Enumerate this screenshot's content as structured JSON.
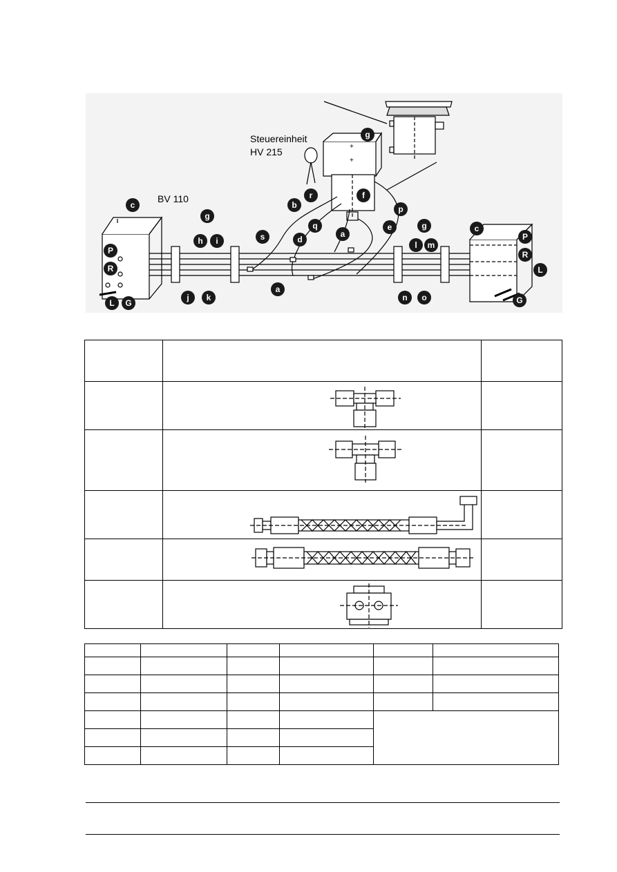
{
  "diagram": {
    "control_unit_label": "Steuereinheit",
    "control_unit_model": "HV 215",
    "distributor_left_label": "BV 110",
    "callouts": [
      "a",
      "b",
      "c",
      "d",
      "e",
      "f",
      "g",
      "h",
      "i",
      "j",
      "k",
      "l",
      "m",
      "n",
      "o",
      "p",
      "q",
      "r",
      "s"
    ],
    "port_labels": [
      "P",
      "R",
      "L",
      "G"
    ]
  },
  "parts_table": {
    "rows": [
      {
        "icon": "tee-fitting-with-nuts-icon"
      },
      {
        "icon": "tee-fitting-icon"
      },
      {
        "icon": "hose-with-elbow-icon"
      },
      {
        "icon": "straight-hose-icon"
      },
      {
        "icon": "valve-block-icon"
      }
    ]
  },
  "colors": {
    "line": "#000000",
    "diagram_bg": "#f3f3f3",
    "badge": "#1a1a1a"
  }
}
